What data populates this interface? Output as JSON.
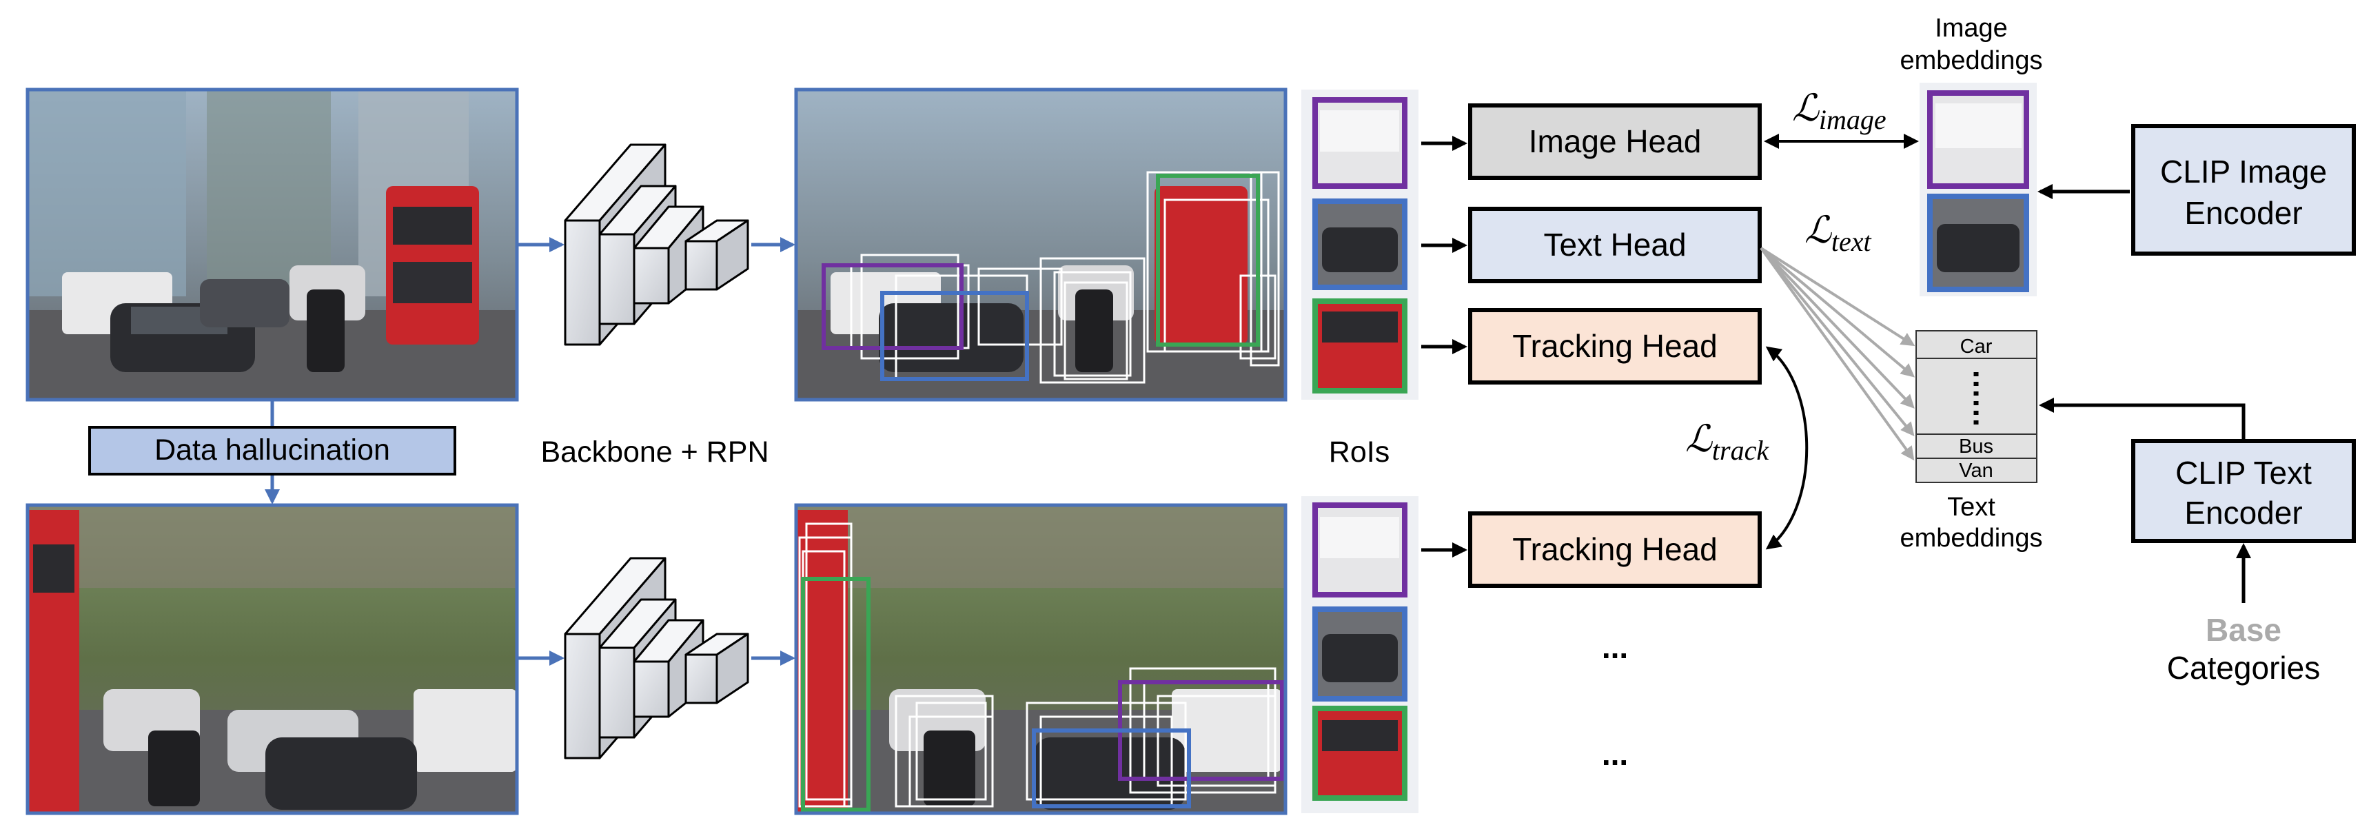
{
  "labels": {
    "data_hallucination": "Data hallucination",
    "backbone_rpn": "Backbone + RPN",
    "rois": "RoIs",
    "image_head": "Image Head",
    "text_head": "Text Head",
    "tracking_head_1": "Tracking Head",
    "tracking_head_2": "Tracking Head",
    "ellipsis_1": "...",
    "ellipsis_2": "...",
    "image_embeddings_line1": "Image",
    "image_embeddings_line2": "embeddings",
    "text_embeddings_line1": "Text",
    "text_embeddings_line2": "embeddings",
    "clip_image_line1": "CLIP Image",
    "clip_image_line2": "Encoder",
    "clip_text_line1": "CLIP Text",
    "clip_text_line2": "Encoder",
    "base": "Base",
    "categories": "Categories"
  },
  "losses": {
    "image": {
      "symbol": "ℒ",
      "sub": "image"
    },
    "text": {
      "symbol": "ℒ",
      "sub": "text"
    },
    "track": {
      "symbol": "ℒ",
      "sub": "track"
    }
  },
  "text_embedding_table": [
    "Car",
    "Bus",
    "Van"
  ],
  "colors": {
    "frame_blue": "#4a72b8",
    "image_head_fill": "#d9d9d9",
    "text_head_fill": "#dde4f2",
    "tracking_head_fill": "#fbe4d6",
    "clip_fill": "#dde4f2",
    "hallucination_fill": "#b4c6e7",
    "purple": "#7030a0",
    "blue": "#4472c4",
    "green": "#3aa655",
    "base_gray": "#aaaaaa"
  }
}
